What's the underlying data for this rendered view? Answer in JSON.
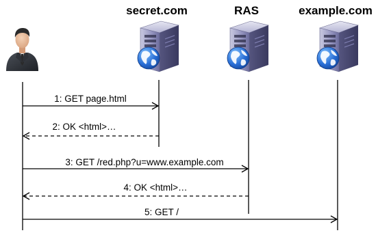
{
  "servers": [
    {
      "title": "secret.com"
    },
    {
      "title": "RAS"
    },
    {
      "title": "example.com"
    }
  ],
  "actor": {
    "icon": "user-icon"
  },
  "server_icon": "server-globe-icon",
  "messages": [
    {
      "label": "1: GET page.html",
      "from": "user",
      "to": "secret.com",
      "style": "solid"
    },
    {
      "label": "2: OK <html>…",
      "from": "secret.com",
      "to": "user",
      "style": "dashed"
    },
    {
      "label": "3: GET /red.php?u=www.example.com",
      "from": "user",
      "to": "RAS",
      "style": "solid"
    },
    {
      "label": "4: OK <html>…",
      "from": "RAS",
      "to": "user",
      "style": "dashed"
    },
    {
      "label": "5: GET /",
      "from": "user",
      "to": "example.com",
      "style": "solid"
    }
  ],
  "colors": {
    "line": "#000000",
    "server_body": "#8f8fb8",
    "globe": "#2a6fd6",
    "globe_land": "#ffffff"
  }
}
